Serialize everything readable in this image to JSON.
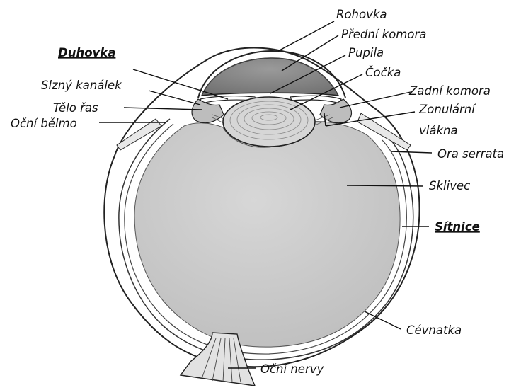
{
  "labels": {
    "rohovka": "Rohovka",
    "predni_komora": "Přední komora",
    "pupila": "Pupila",
    "cocka": "Čočka",
    "zadni_komora": "Zadní komora",
    "zonularni_1": "Zonulární",
    "zonularni_2": "vlákna",
    "ora_serrata": "Ora serrata",
    "sklivec": "Sklivec",
    "sitnice": "Sítnice",
    "cevnatka": "Cévnatka",
    "ocni_nervy": "Oční nervy",
    "duhovka": "Duhovka",
    "slzny_kanalek": "Slzný kanálek",
    "telo_ras": "Tělo řas",
    "ocni_belmo": "Oční bělmo"
  },
  "colors": {
    "vitreous": "#c8c8c8",
    "anterior_chamber": "#8a8a8a",
    "lens": "#d6d6d6",
    "outline": "#222222"
  }
}
